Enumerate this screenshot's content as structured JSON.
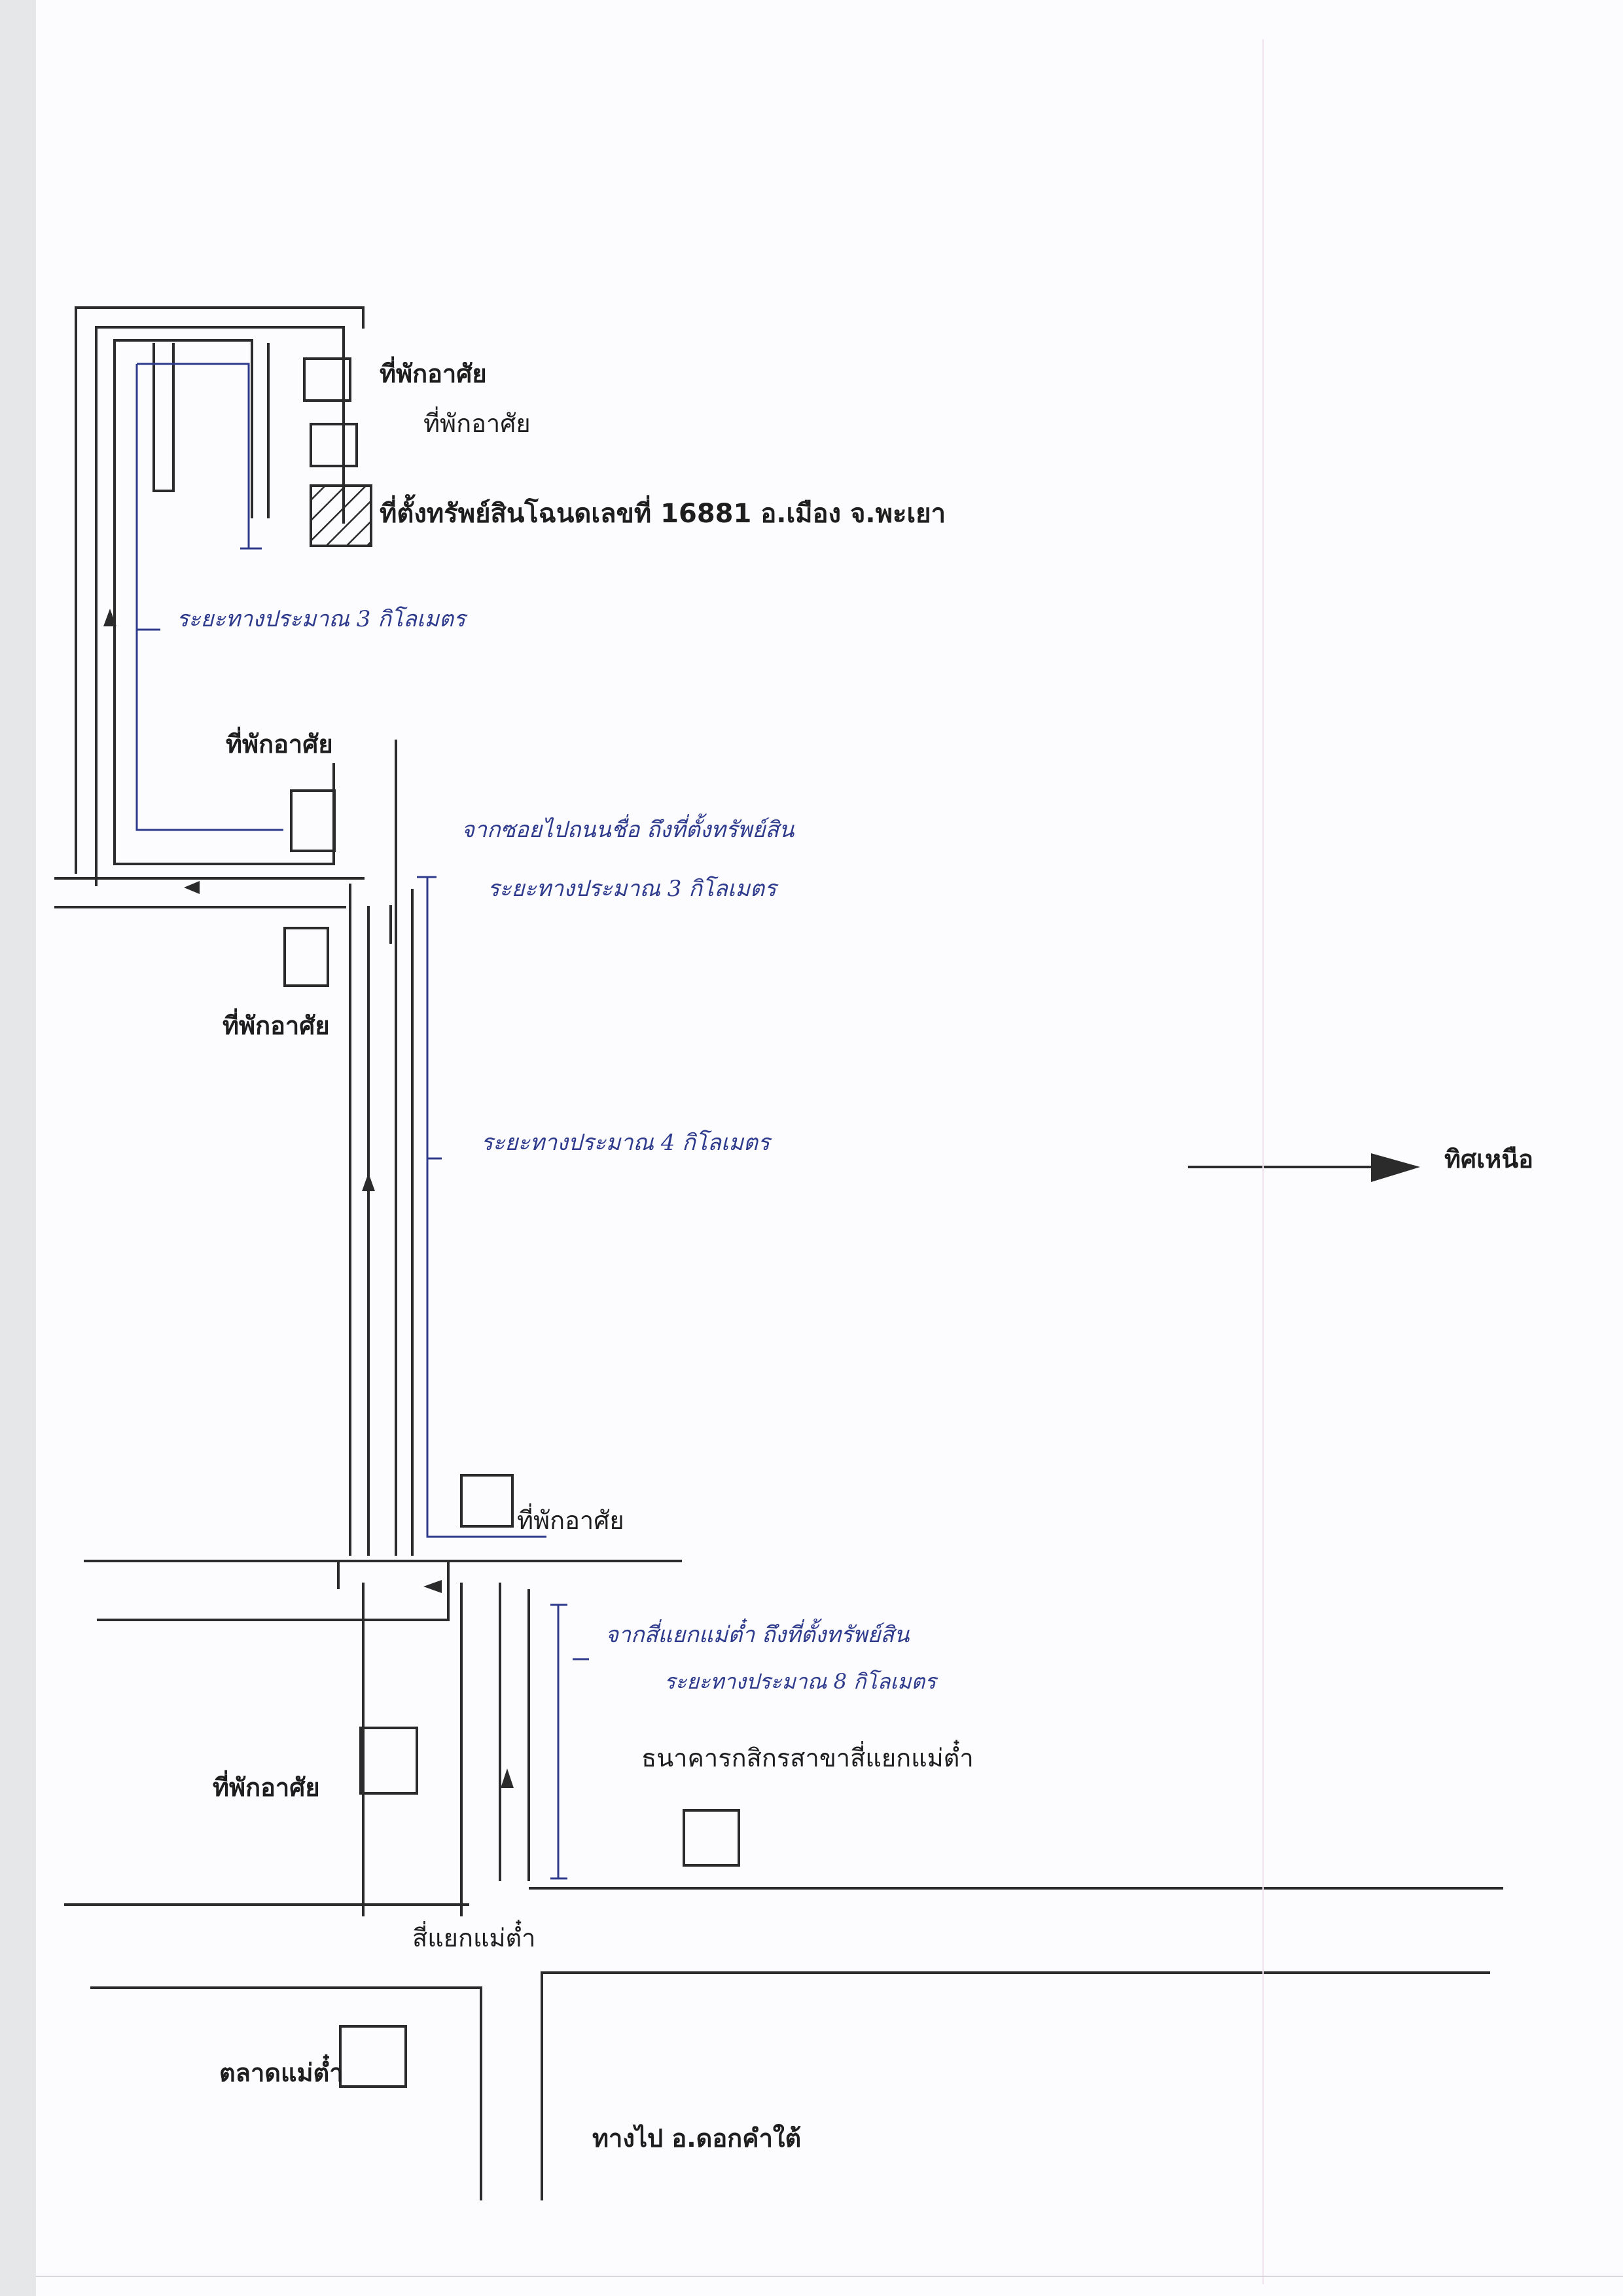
{
  "map": {
    "labels": {
      "residence_1": "ที่พักอาศัย",
      "residence_2": "ที่พักอาศัย",
      "property_location": "ที่ตั้งทรัพย์สินโฉนดเลขที่ 16881 อ.เมือง จ.พะเยา",
      "residence_3": "ที่พักอาศัย",
      "residence_4": "ที่พักอาศัย",
      "residence_5": "ที่พักอาศัย",
      "residence_6": "ที่พักอาศัย",
      "bank": "ธนาคารกสิกรสาขาสี่แยกแม่ต๋ำ",
      "intersection": "สี่แยกแม่ต๋ำ",
      "market": "ตลาดแม่ต๋ำ",
      "to_dokkhamtai": "ทางไป อ.ดอกคำใต้",
      "north": "ทิศเหนือ"
    },
    "handwritten_notes": {
      "distance_top": "ระยะทางประมาณ 3 กิโลเมตร",
      "from_soi_line1": "จากซอยไปถนนชื่อ ถึงที่ตั้งทรัพย์สิน",
      "from_soi_line2": "ระยะทางประมาณ 3 กิโลเมตร",
      "distance_mid": "ระยะทางประมาณ 4 กิโลเมตร",
      "from_intersection_line1": "จากสี่แยกแม่ต๋ำ ถึงที่ตั้งทรัพย์สิน",
      "from_intersection_line2": "ระยะทางประมาณ 8 กิโลเมตร"
    },
    "colors": {
      "ink": "#2b2b2b",
      "handwriting": "#2e3a8c",
      "paper": "#fcfcfe"
    }
  }
}
